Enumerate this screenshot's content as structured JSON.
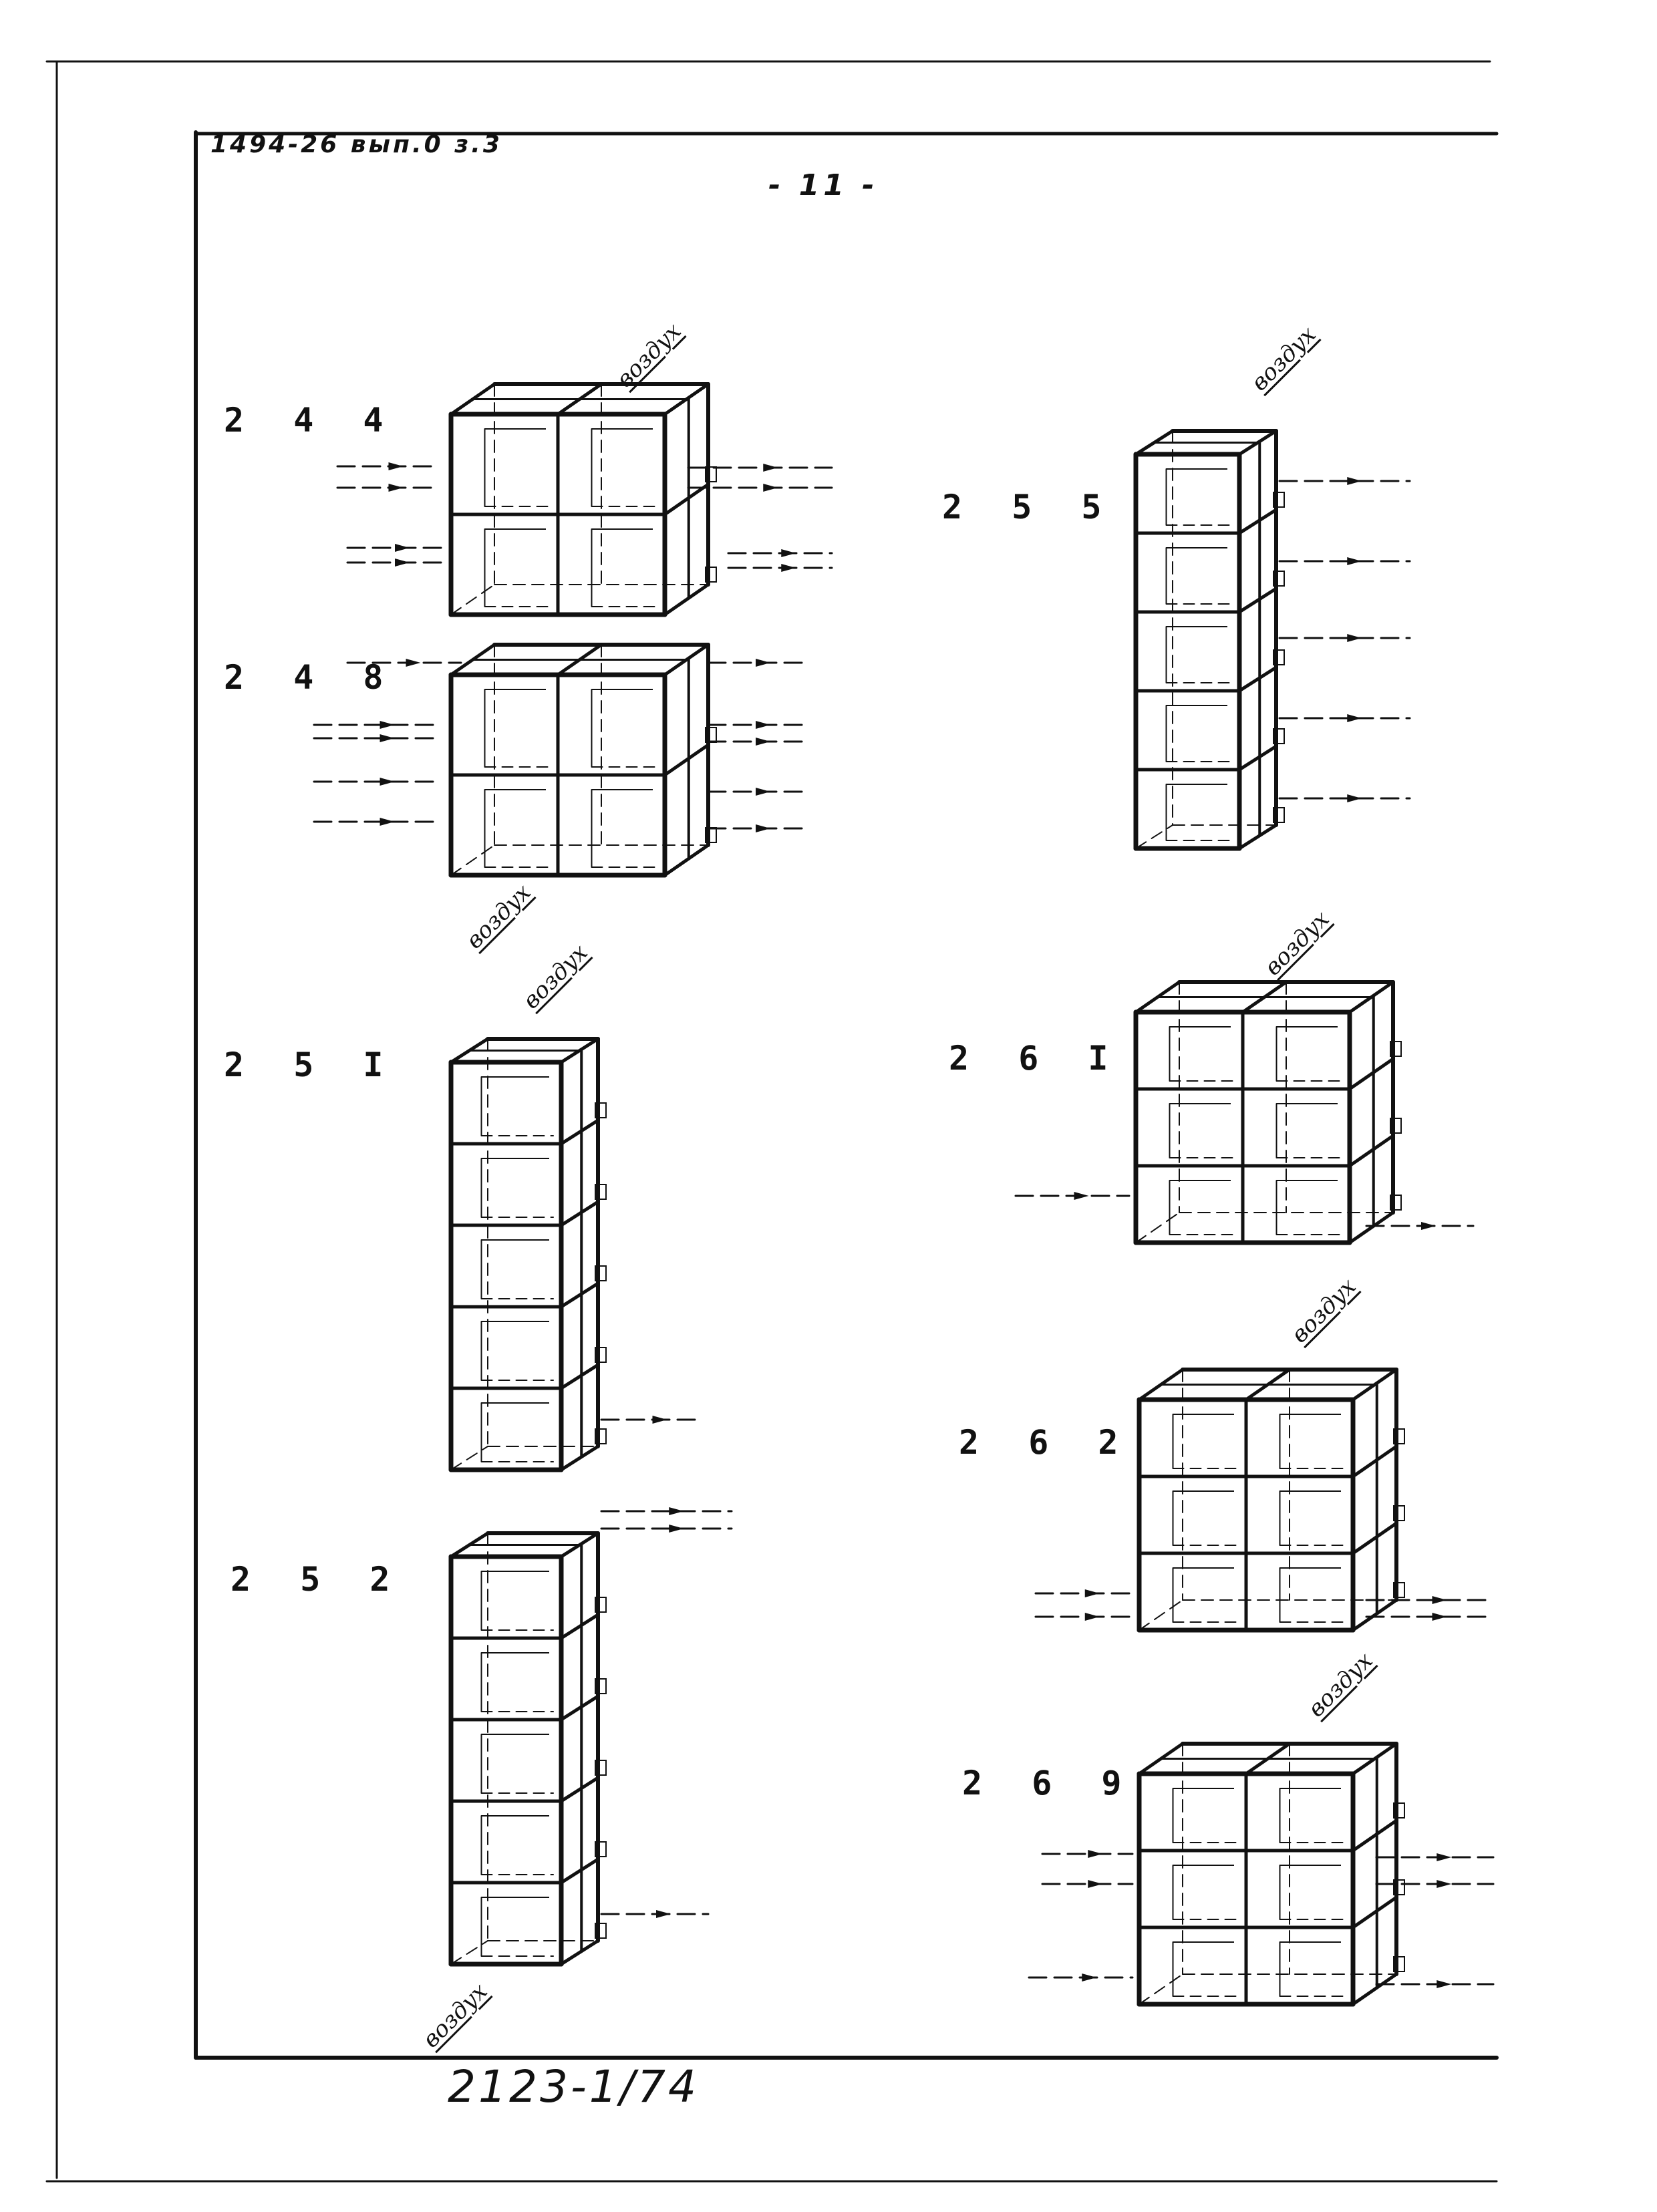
{
  "header": {
    "code": "1494-26 вып.0 з.3",
    "page_number": "- 11 -"
  },
  "figures": [
    {
      "id": "244",
      "label": "2 4 4",
      "air_label": "воздух"
    },
    {
      "id": "248",
      "label": "2 4 8",
      "air_label": "воздух"
    },
    {
      "id": "251",
      "label": "2 5 I",
      "air_label": "воздух"
    },
    {
      "id": "252",
      "label": "2 5 2",
      "air_label": "воздух"
    },
    {
      "id": "255",
      "label": "2 5 5",
      "air_label": "воздух"
    },
    {
      "id": "261",
      "label": "2 6 I",
      "air_label": "воздух"
    },
    {
      "id": "262",
      "label": "2 6 2",
      "air_label": "воздух"
    },
    {
      "id": "269",
      "label": "2 6 9",
      "air_label": "воздух"
    }
  ],
  "footer": {
    "document_number": "2123-1/74"
  },
  "colors": {
    "ink": "#111111",
    "paper": "#ffffff"
  }
}
